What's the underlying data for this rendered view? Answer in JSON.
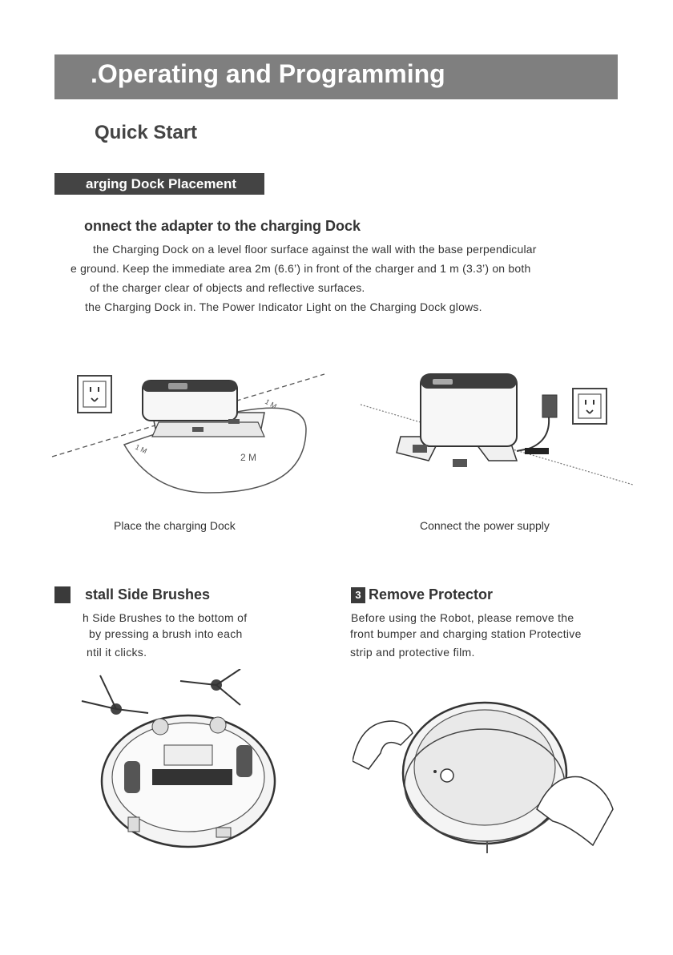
{
  "header": {
    "title": ".Operating and Programming"
  },
  "quick_start": "Quick Start",
  "section": {
    "title": "arging Dock Placement"
  },
  "step1": {
    "title": "onnect the adapter to the charging Dock",
    "lines": [
      "the Charging Dock on a level floor surface against the wall with the base perpendicular",
      "e ground. Keep the immediate area 2m (6.6’) in front of the charger and 1 m (3.3’) on both",
      "of the charger clear of objects and reflective surfaces.",
      "the Charging Dock in. The Power Indicator Light on the Charging Dock glows."
    ]
  },
  "figure1": {
    "caption": "Place the charging Dock",
    "label_1m_right": "1 M",
    "label_1m_left": "1 M",
    "label_2m": "2 M"
  },
  "figure2": {
    "caption": "Connect the power supply"
  },
  "step2": {
    "title": "stall Side Brushes",
    "lines": [
      "h Side Brushes to the bottom of",
      "by pressing a brush into each",
      "ntil it clicks."
    ]
  },
  "step3": {
    "number": "3",
    "title": "Remove Protector",
    "lines": [
      "Before using the Robot, please remove the",
      "front bumper and charging station Protective",
      "strip and protective film."
    ]
  }
}
